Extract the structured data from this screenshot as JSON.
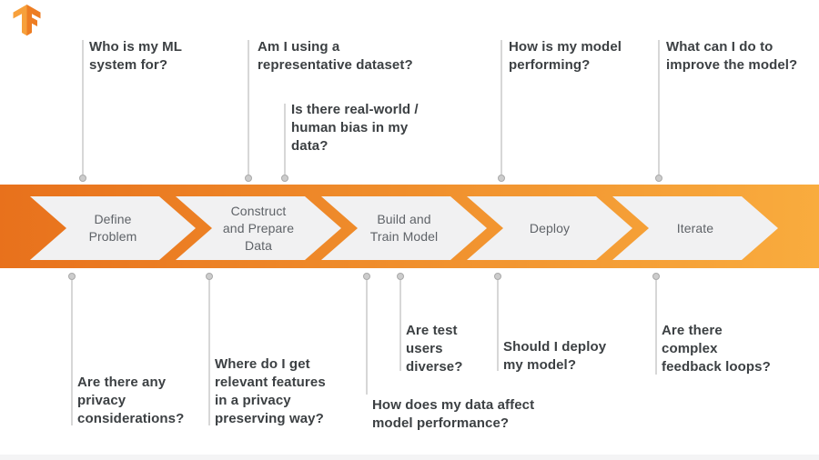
{
  "colors": {
    "banner_gradient_start": "#e8711c",
    "banner_gradient_mid": "#ef8c2b",
    "banner_gradient_end": "#f9ac3e",
    "chevron_fill": "#f1f1f2",
    "stage_label_color": "#5f6368",
    "question_text_color": "#3c4043",
    "connector_line_color": "#d7d7d7",
    "connector_dot_color": "#cccccc",
    "logo_light": "#f7a03b",
    "logo_dark": "#ed7d23",
    "footer_strip_color": "#f4f4f5"
  },
  "icons": {
    "logo": "tensorflow-logo"
  },
  "pipeline": {
    "stages": [
      {
        "label": "Define\nProblem"
      },
      {
        "label": "Construct\nand Prepare\nData"
      },
      {
        "label": "Build and\nTrain Model"
      },
      {
        "label": "Deploy"
      },
      {
        "label": "Iterate"
      }
    ]
  },
  "questions": {
    "top": [
      {
        "text": "Who is my ML\nsystem for?"
      },
      {
        "text": "Am I using a\nrepresentative dataset?"
      },
      {
        "text": "Is there real-world /\nhuman bias in my\ndata?"
      },
      {
        "text": "How is my model\nperforming?"
      },
      {
        "text": "What can I do to\nimprove the model?"
      }
    ],
    "bottom": [
      {
        "text": "Are there any\nprivacy\nconsiderations?"
      },
      {
        "text": "Where do I get\nrelevant features\nin a privacy\npreserving way?"
      },
      {
        "text": "Are test\nusers\ndiverse?"
      },
      {
        "text": "How does my data affect\nmodel performance?"
      },
      {
        "text": "Should I deploy\nmy model?"
      },
      {
        "text": "Are there\ncomplex\nfeedback loops?"
      }
    ]
  }
}
